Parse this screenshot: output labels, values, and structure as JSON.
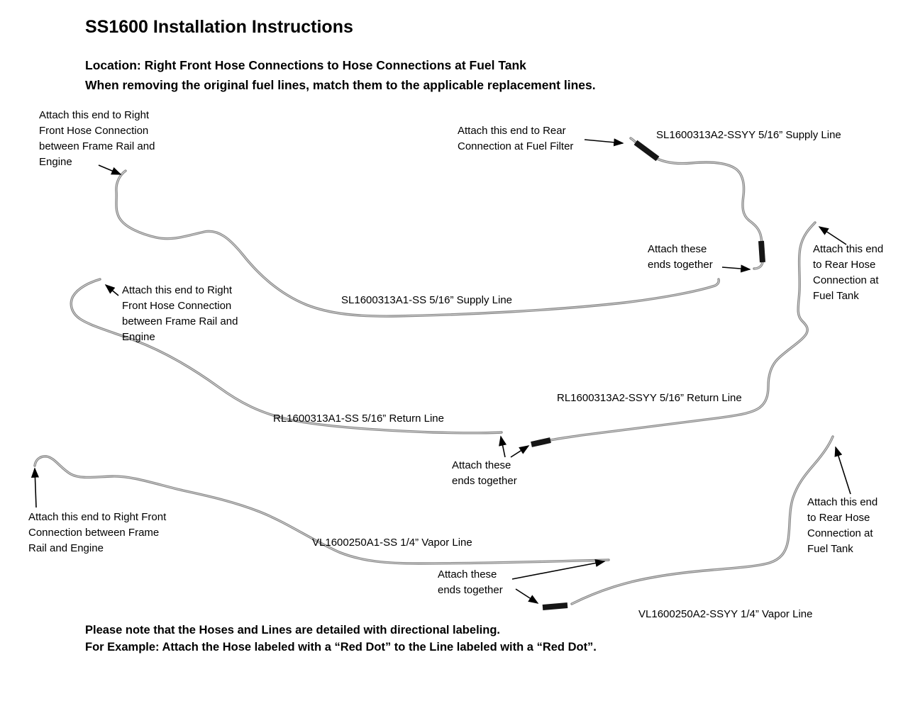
{
  "header": {
    "title": "SS1600 Installation Instructions",
    "location": "Location: Right Front Hose Connections to Hose Connections at Fuel Tank",
    "note": "When removing the original fuel lines, match them to the applicable replacement lines."
  },
  "labels": {
    "supply_a2": "SL1600313A2-SSYY 5/16” Supply Line",
    "supply_a1": "SL1600313A1-SS 5/16” Supply Line",
    "return_a2": "RL1600313A2-SSYY 5/16” Return Line",
    "return_a1": "RL1600313A1-SS 5/16” Return Line",
    "vapor_a1": "VL1600250A1-SS 1/4” Vapor Line",
    "vapor_a2": "VL1600250A2-SSYY 1/4” Vapor Line"
  },
  "annotations": {
    "front_hose_top": "Attach this end to Right Front Hose Connection between Frame Rail and Engine",
    "fuel_filter": "Attach this end to Rear Connection at Fuel Filter",
    "ends_together_supply": "Attach these ends together",
    "rear_tank_top": "Attach this end to Rear Hose Connection at Fuel Tank",
    "front_hose_mid": "Attach this end to Right Front Hose Connection between Frame Rail and Engine",
    "ends_together_return": "Attach these ends together",
    "front_connection_bottom": "Attach this end to Right Front Connection between Frame Rail and Engine",
    "ends_together_vapor": "Attach these ends together",
    "rear_tank_bottom": "Attach this end to Rear Hose Connection at Fuel Tank"
  },
  "footer": {
    "line1": "Please note that the Hoses and Lines are detailed with directional labeling.",
    "line2": "For Example: Attach the Hose labeled with a “Red Dot” to the Line labeled with a “Red Dot”."
  },
  "colors": {
    "line_gray": "#868686",
    "hose_black": "#161616",
    "text": "#000000",
    "background": "#ffffff"
  }
}
